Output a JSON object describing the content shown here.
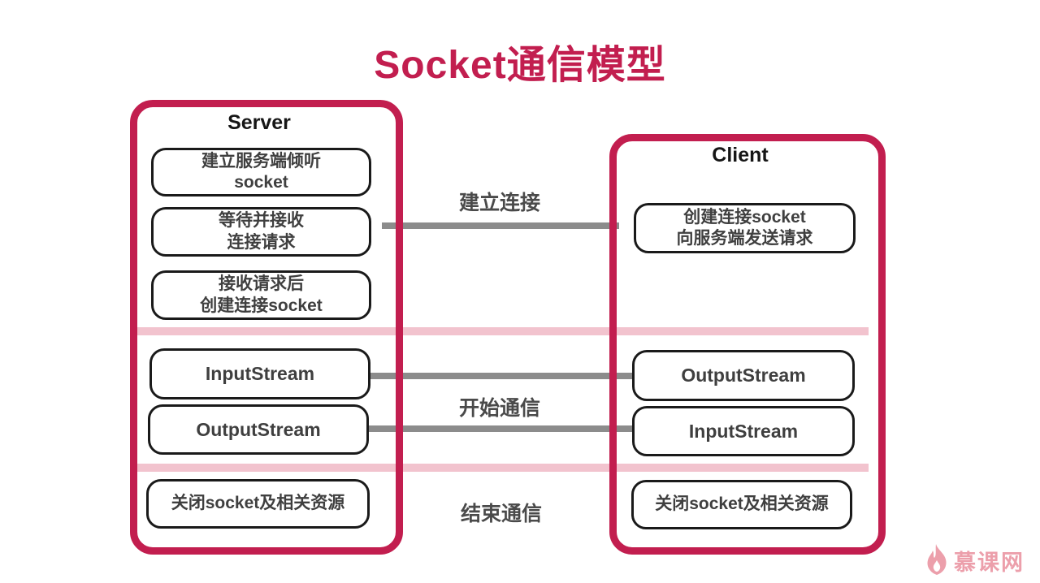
{
  "title": "Socket通信模型",
  "colors": {
    "accent_crimson": "#C21E4F",
    "band_pink": "#F2C3CE",
    "connector_gray": "#8C8C8C",
    "box_border_black": "#1A1A1A",
    "text_dark_gray": "#3F3F3F",
    "logo_pink": "#EC9FAB"
  },
  "server": {
    "title": "Server",
    "steps": [
      {
        "id": "create-listen-socket",
        "lines": [
          "建立服务端倾听",
          "socket"
        ]
      },
      {
        "id": "wait-accept-request",
        "lines": [
          "等待并接收",
          "连接请求"
        ]
      },
      {
        "id": "create-conn-socket",
        "lines": [
          "接收请求后",
          "创建连接socket"
        ]
      },
      {
        "id": "input-stream",
        "lines": [
          "InputStream"
        ]
      },
      {
        "id": "output-stream",
        "lines": [
          "OutputStream"
        ]
      },
      {
        "id": "close-socket",
        "lines": [
          "关闭socket及相关资源"
        ]
      }
    ]
  },
  "client": {
    "title": "Client",
    "steps": [
      {
        "id": "create-conn-socket-send",
        "lines": [
          "创建连接socket",
          "向服务端发送请求"
        ]
      },
      {
        "id": "output-stream",
        "lines": [
          "OutputStream"
        ]
      },
      {
        "id": "input-stream",
        "lines": [
          "InputStream"
        ]
      },
      {
        "id": "close-socket",
        "lines": [
          "关闭socket及相关资源"
        ]
      }
    ]
  },
  "phases": [
    {
      "label": "建立连接"
    },
    {
      "label": "开始通信"
    },
    {
      "label": "结束通信"
    }
  ],
  "logo": {
    "text": "慕课网",
    "icon": "flame-icon"
  }
}
